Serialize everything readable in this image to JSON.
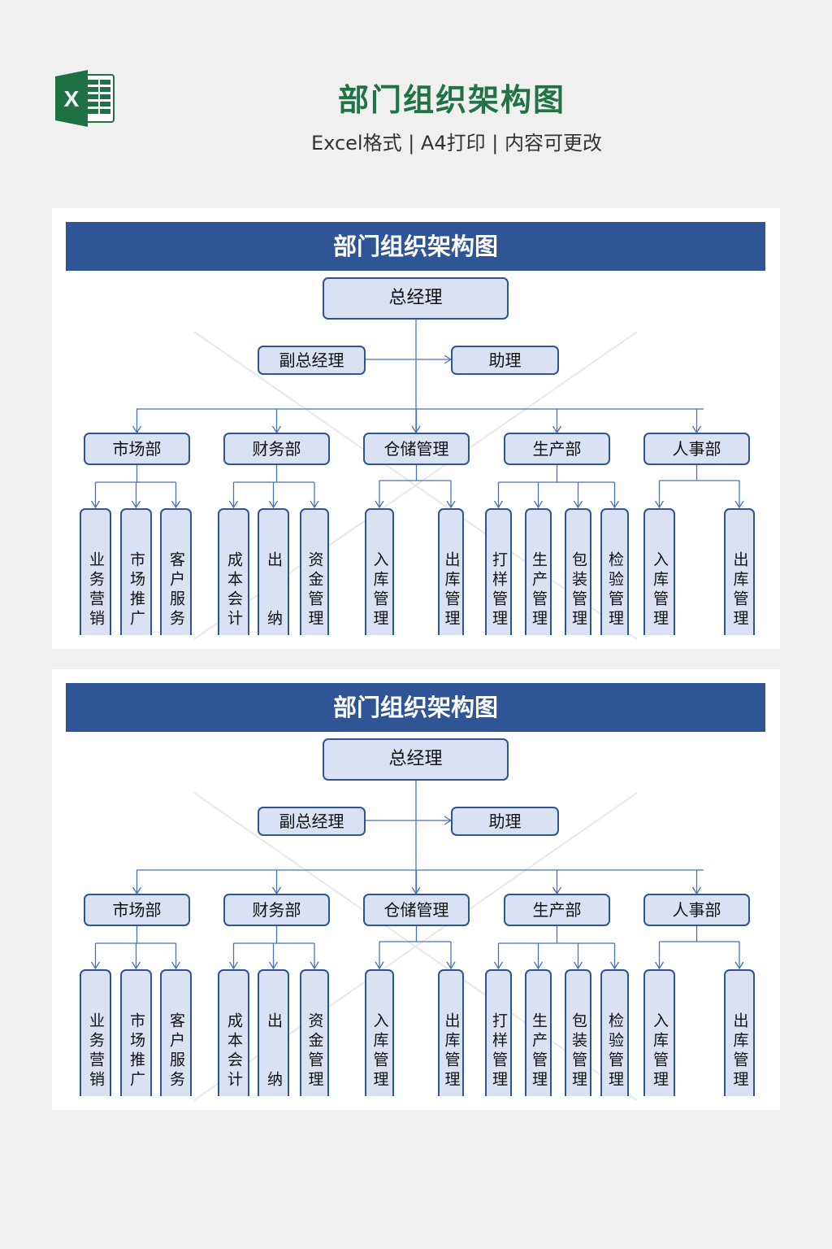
{
  "header": {
    "title": "部门组织架构图",
    "subtitle": "Excel格式 | A4打印 | 内容可更改",
    "logo_icon": "excel-icon",
    "logo_letter": "X"
  },
  "colors": {
    "banner": "#2f5597",
    "box_fill": "#d9e1f2",
    "box_border": "#2f5597",
    "line": "#4a72b8",
    "title": "#217346"
  },
  "chart": {
    "banner": "部门组织架构图",
    "top": "总经理",
    "deputy": "副总经理",
    "assistant": "助理",
    "departments": [
      {
        "name": "市场部",
        "children": [
          "业务营销",
          "市场推广",
          "客户服务"
        ]
      },
      {
        "name": "财务部",
        "children": [
          "成本会计",
          "出　　纳",
          "资金管理"
        ]
      },
      {
        "name": "仓储管理",
        "children": [
          "入库管理",
          "出库管理"
        ]
      },
      {
        "name": "生产部",
        "children": [
          "打样管理",
          "生产管理",
          "包装管理",
          "检验管理"
        ]
      },
      {
        "name": "人事部",
        "children": [
          "入库管理",
          "出库管理"
        ]
      }
    ]
  }
}
